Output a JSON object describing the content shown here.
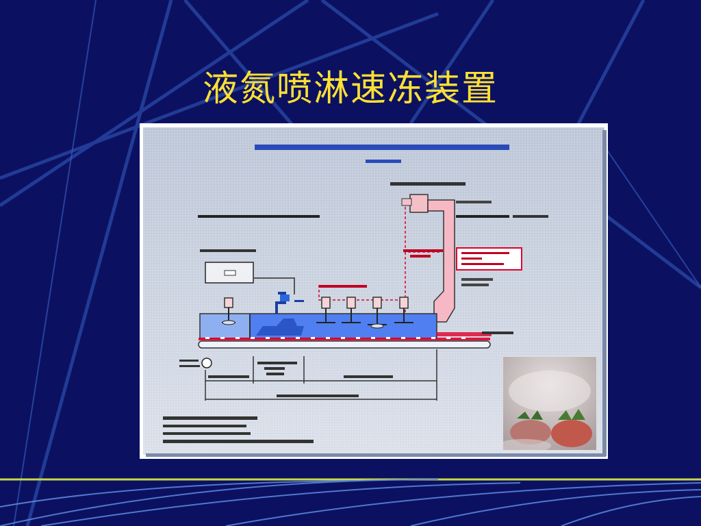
{
  "slide": {
    "title": "液氮喷淋速冻装置"
  },
  "figure": {
    "icon": "tunnel-freezer-diagram-figure"
  },
  "photo": {
    "icon": "frozen-strawberries-photo"
  },
  "colors": {
    "background": "#0b1160",
    "title": "#ffe033",
    "accent_line": "#c8d84a"
  }
}
